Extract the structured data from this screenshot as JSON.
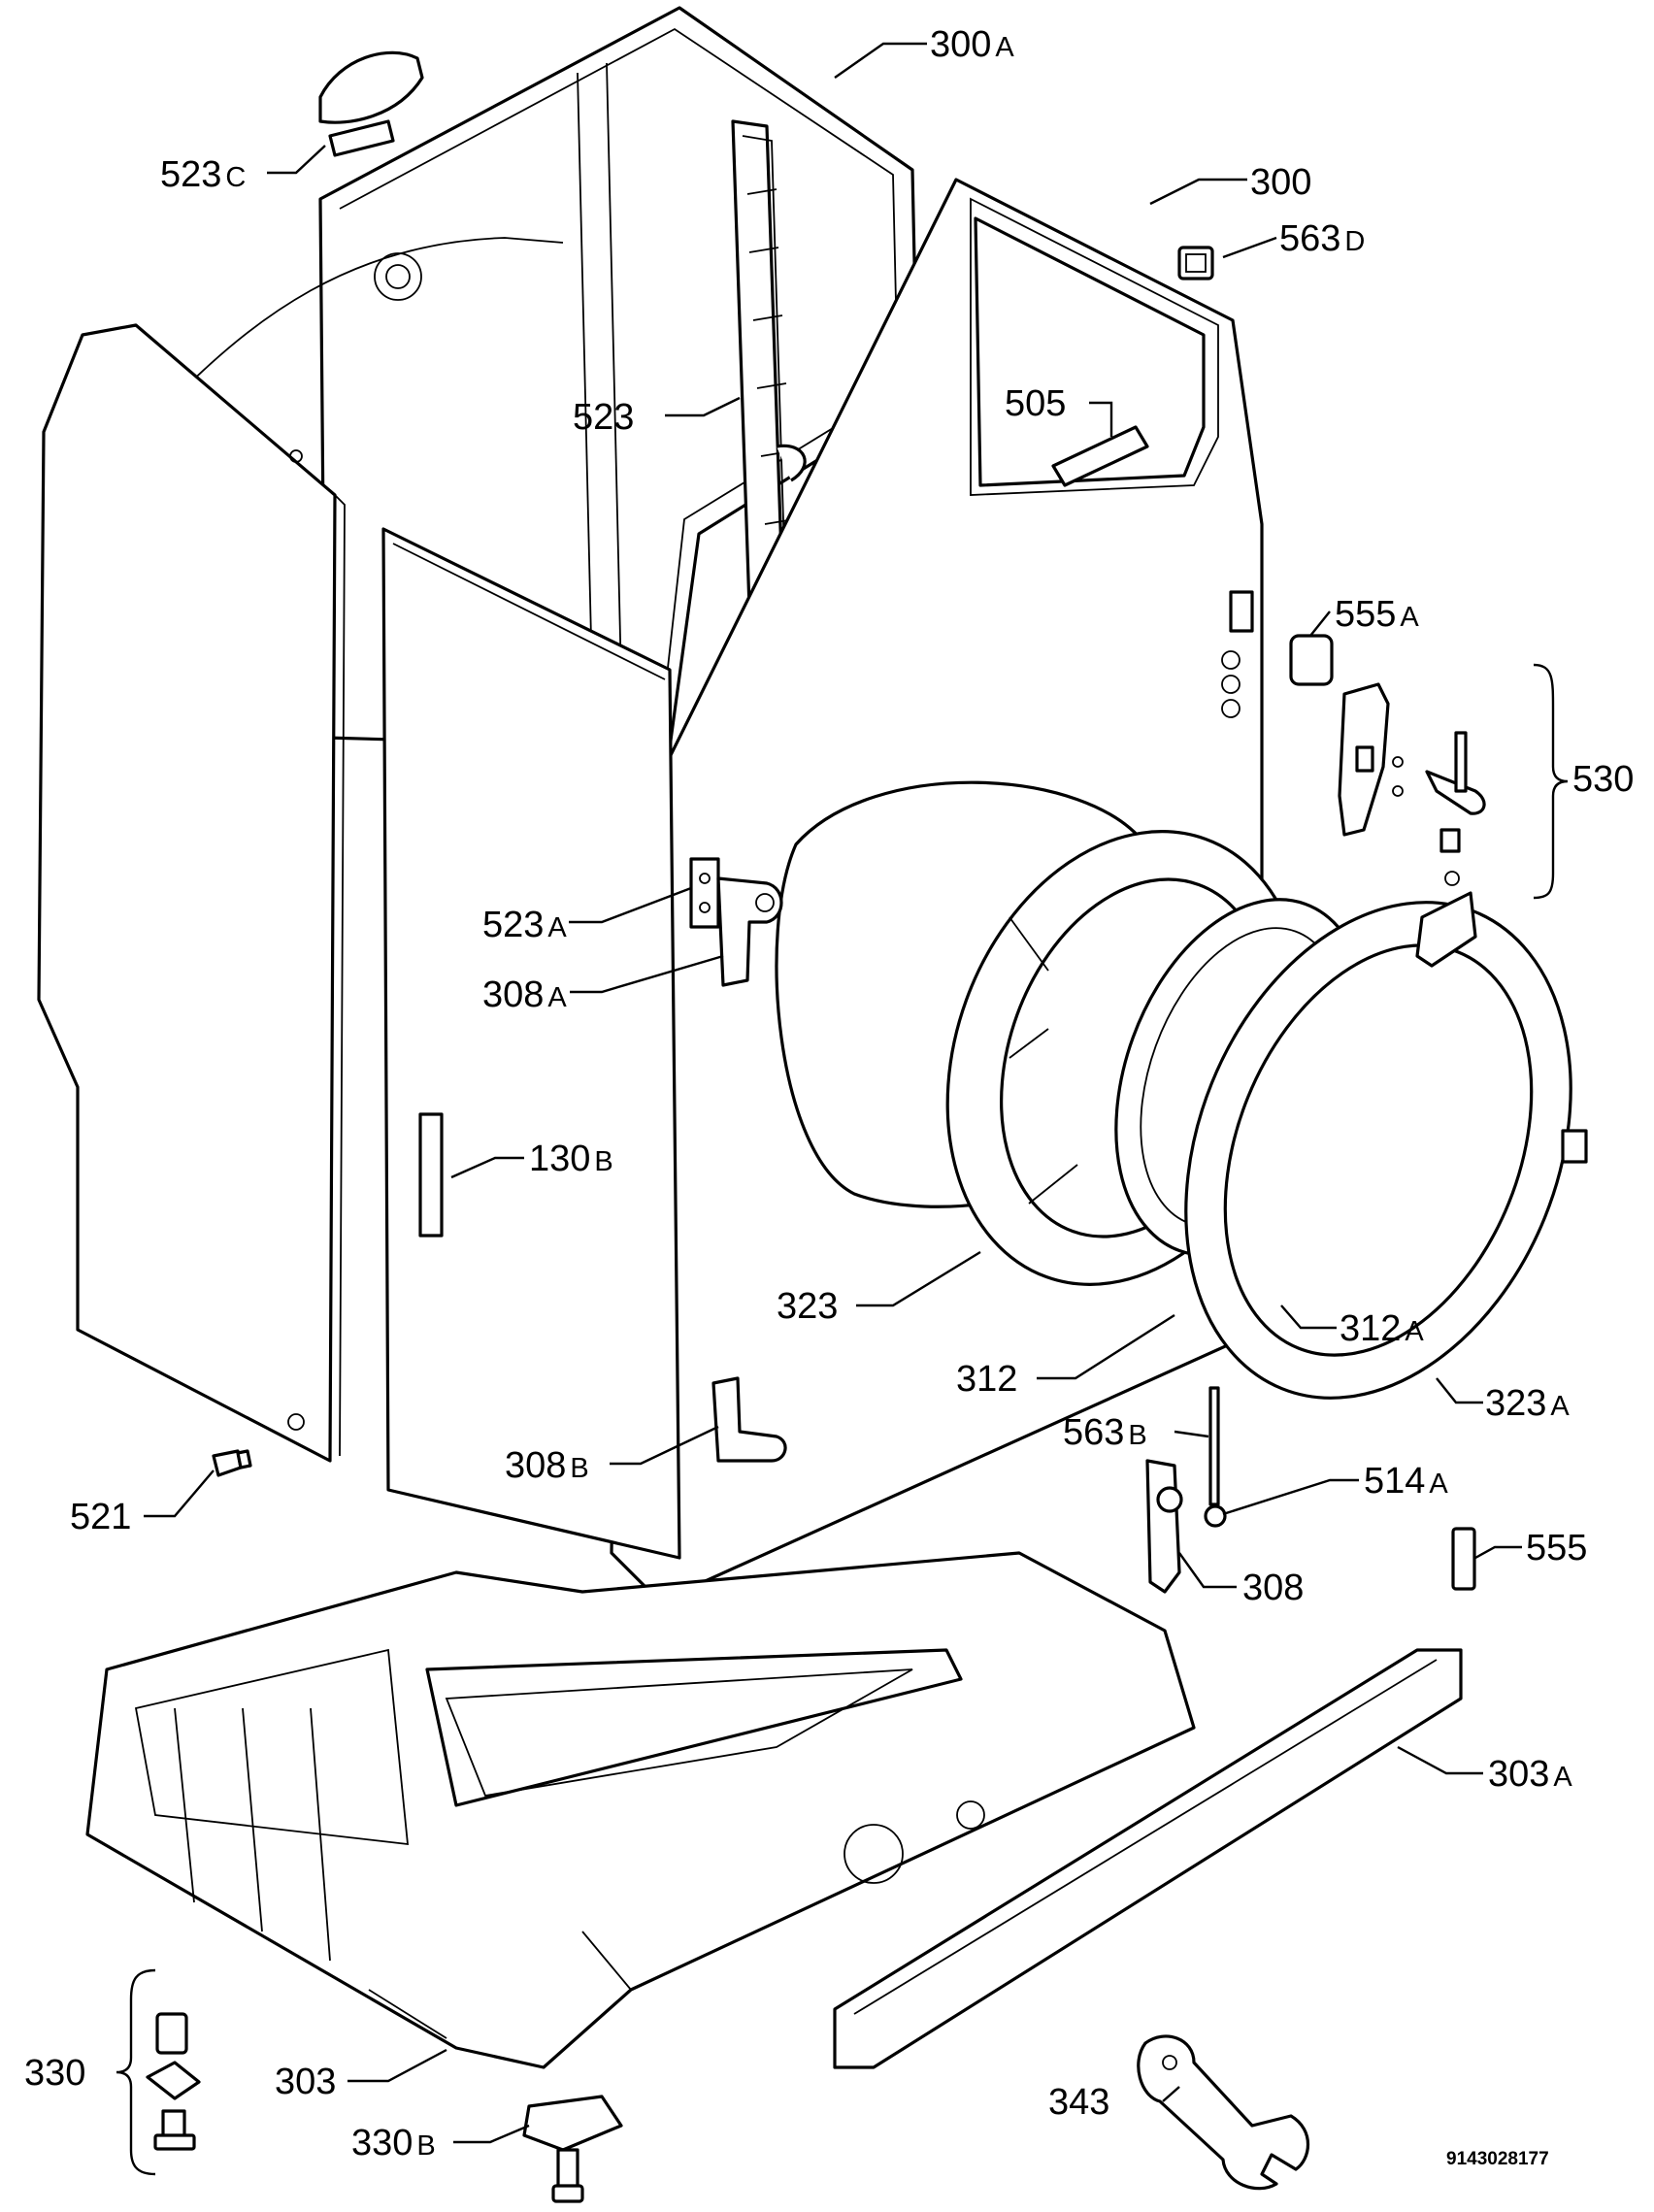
{
  "labels": {
    "p300A": {
      "num": "300",
      "sfx": "A"
    },
    "p523C": {
      "num": "523",
      "sfx": "C"
    },
    "p300": {
      "num": "300",
      "sfx": ""
    },
    "p563D": {
      "num": "563",
      "sfx": "D"
    },
    "p523": {
      "num": "523",
      "sfx": ""
    },
    "p505": {
      "num": "505",
      "sfx": ""
    },
    "p555A": {
      "num": "555",
      "sfx": "A"
    },
    "p530": {
      "num": "530",
      "sfx": ""
    },
    "p523A": {
      "num": "523",
      "sfx": "A"
    },
    "p308A": {
      "num": "308",
      "sfx": "A"
    },
    "p130B": {
      "num": "130",
      "sfx": "B"
    },
    "p323": {
      "num": "323",
      "sfx": ""
    },
    "p312A": {
      "num": "312",
      "sfx": "A"
    },
    "p312": {
      "num": "312",
      "sfx": ""
    },
    "p323A": {
      "num": "323",
      "sfx": "A"
    },
    "p563B": {
      "num": "563",
      "sfx": "B"
    },
    "p514A": {
      "num": "514",
      "sfx": "A"
    },
    "p308B": {
      "num": "308",
      "sfx": "B"
    },
    "p521": {
      "num": "521",
      "sfx": ""
    },
    "p308": {
      "num": "308",
      "sfx": ""
    },
    "p555": {
      "num": "555",
      "sfx": ""
    },
    "p303A": {
      "num": "303",
      "sfx": "A"
    },
    "p330": {
      "num": "330",
      "sfx": ""
    },
    "p303": {
      "num": "303",
      "sfx": ""
    },
    "p343": {
      "num": "343",
      "sfx": ""
    },
    "p330B": {
      "num": "330",
      "sfx": "B"
    }
  },
  "document_number": "9143028177"
}
